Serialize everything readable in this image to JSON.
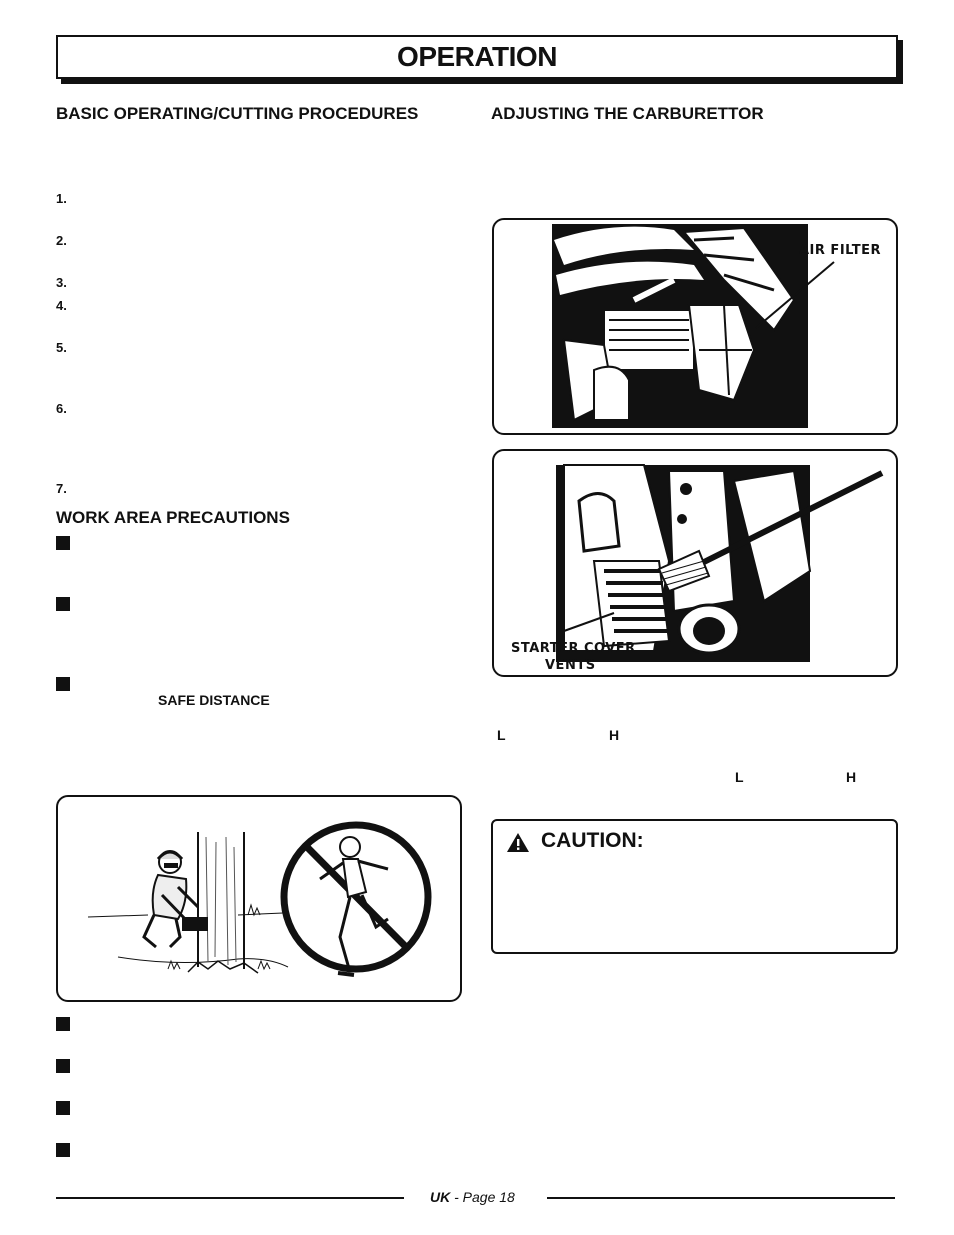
{
  "header": {
    "title": "OPERATION"
  },
  "left": {
    "section1_title": "BASIC OPERATING/CUTTING PROCEDURES",
    "steps": [
      "1.",
      "2.",
      "3.",
      "4.",
      "5.",
      "6.",
      "7."
    ],
    "section2_title": "WORK AREA PRECAUTIONS",
    "safe_distance": "SAFE DISTANCE"
  },
  "right": {
    "section_title": "ADJUSTING THE CARBURETTOR",
    "air_filter_label": "AIR FILTER",
    "starter_cover_label_line1": "STARTER COVER",
    "starter_cover_label_line2": "VENTS",
    "l1": "L",
    "h1": "H",
    "l2": "L",
    "h2": "H",
    "caution_title": "CAUTION:"
  },
  "footer": {
    "uk": "UK",
    "page": "- Page 18"
  }
}
